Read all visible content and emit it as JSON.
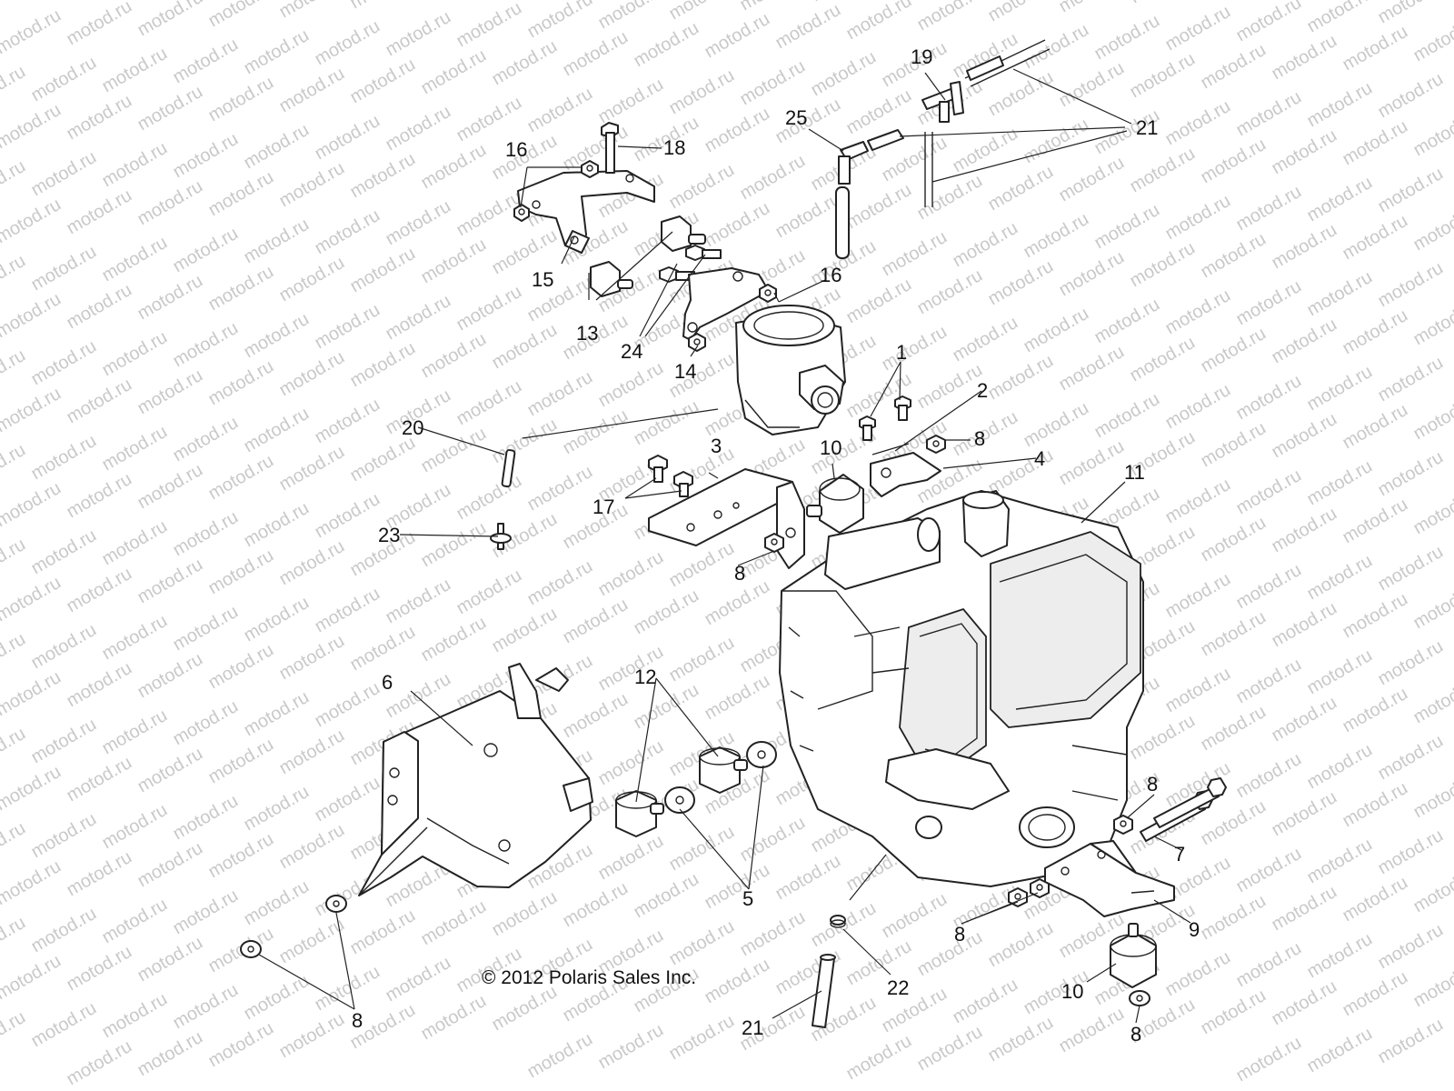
{
  "watermark": "motod.ru",
  "copyright": "© 2012 Polaris Sales Inc.",
  "callouts": [
    {
      "id": "c1",
      "text": "1"
    },
    {
      "id": "c2",
      "text": "2"
    },
    {
      "id": "c3",
      "text": "3"
    },
    {
      "id": "c4",
      "text": "4"
    },
    {
      "id": "c5",
      "text": "5"
    },
    {
      "id": "c6",
      "text": "6"
    },
    {
      "id": "c7",
      "text": "7"
    },
    {
      "id": "c8a",
      "text": "8"
    },
    {
      "id": "c8b",
      "text": "8"
    },
    {
      "id": "c8c",
      "text": "8"
    },
    {
      "id": "c8d",
      "text": "8"
    },
    {
      "id": "c8e",
      "text": "8"
    },
    {
      "id": "c8f",
      "text": "8"
    },
    {
      "id": "c9",
      "text": "9"
    },
    {
      "id": "c10a",
      "text": "10"
    },
    {
      "id": "c10b",
      "text": "10"
    },
    {
      "id": "c11",
      "text": "11"
    },
    {
      "id": "c12",
      "text": "12"
    },
    {
      "id": "c13",
      "text": "13"
    },
    {
      "id": "c14",
      "text": "14"
    },
    {
      "id": "c15",
      "text": "15"
    },
    {
      "id": "c16a",
      "text": "16"
    },
    {
      "id": "c16b",
      "text": "16"
    },
    {
      "id": "c17",
      "text": "17"
    },
    {
      "id": "c18",
      "text": "18"
    },
    {
      "id": "c19",
      "text": "19"
    },
    {
      "id": "c20",
      "text": "20"
    },
    {
      "id": "c21a",
      "text": "21"
    },
    {
      "id": "c21b",
      "text": "21"
    },
    {
      "id": "c22",
      "text": "22"
    },
    {
      "id": "c23",
      "text": "23"
    },
    {
      "id": "c24",
      "text": "24"
    },
    {
      "id": "c25",
      "text": "25"
    }
  ]
}
